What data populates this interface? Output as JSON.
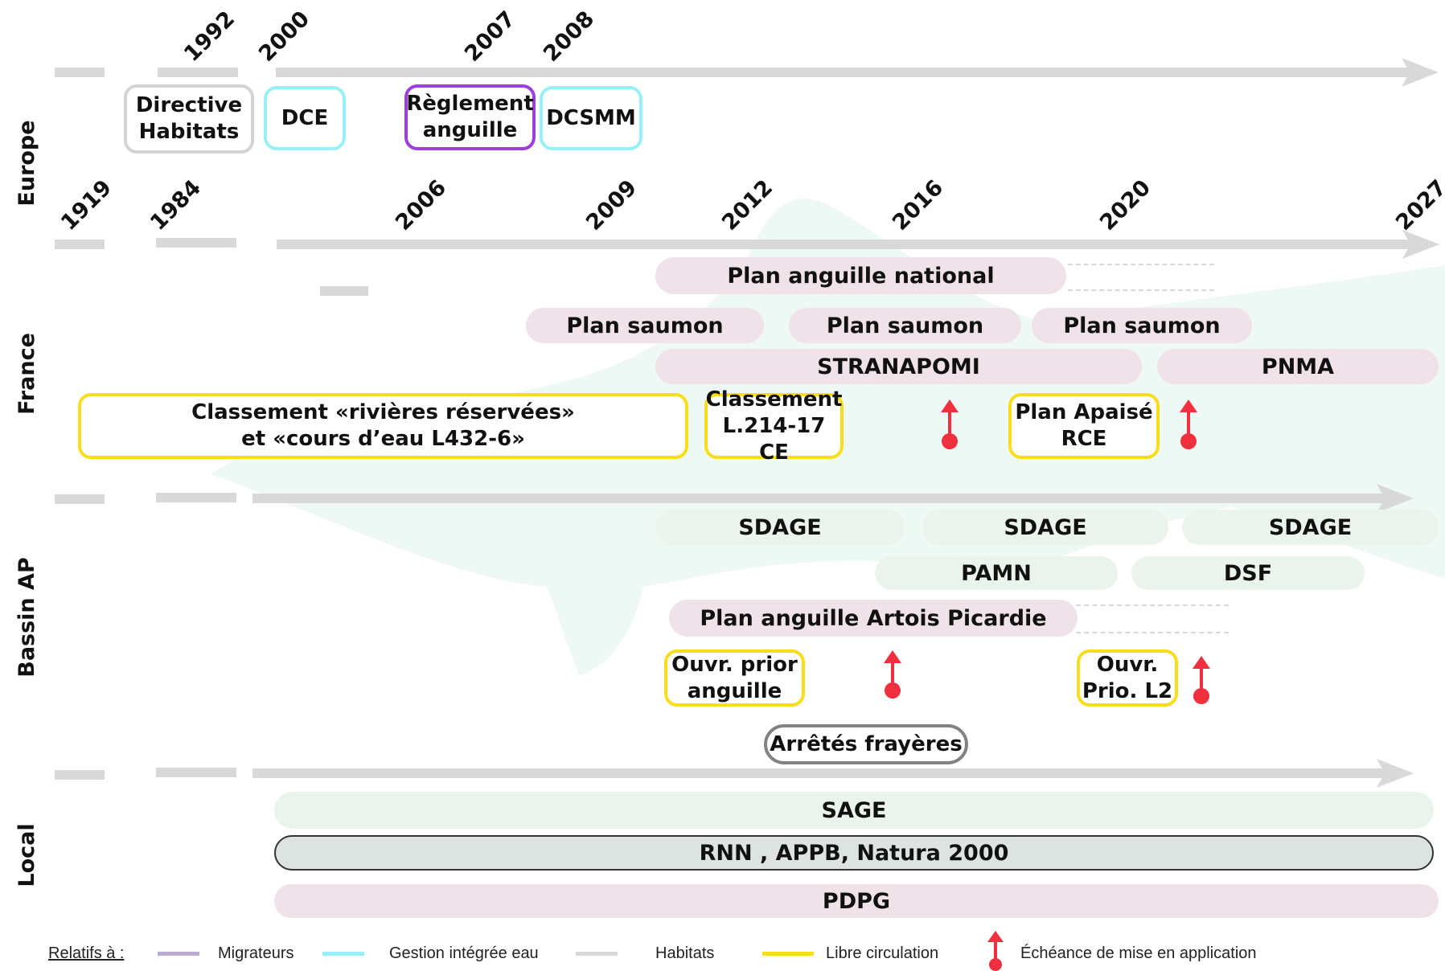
{
  "sections": {
    "europe": "Europe",
    "france": "France",
    "bassin": "Bassin AP",
    "local": "Local"
  },
  "europe_years": [
    "1992",
    "2000",
    "2007",
    "2008"
  ],
  "timeline_years": [
    "1919",
    "1984",
    "2006",
    "2009",
    "2012",
    "2016",
    "2020",
    "2027"
  ],
  "europe_items": {
    "directive_habitats": "Directive\nHabitats",
    "dce": "DCE",
    "reglement_anguille": "Règlement\nanguille",
    "dcsmm": "DCSMM"
  },
  "france_items": {
    "plan_anguille_national": "Plan anguille national",
    "plan_saumon_1": "Plan saumon",
    "plan_saumon_2": "Plan saumon",
    "plan_saumon_3": "Plan saumon",
    "stranapomi": "STRANAPOMI",
    "pnma": "PNMA",
    "classement_rivieres": "Classement «rivières réservées»\net «cours d’eau L432-6»",
    "classement_l214": "Classement\nL.214-17 CE",
    "plan_apaise": "Plan Apaisé\nRCE"
  },
  "bassin_items": {
    "sdage_1": "SDAGE",
    "sdage_2": "SDAGE",
    "sdage_3": "SDAGE",
    "pamn": "PAMN",
    "dsf": "DSF",
    "plan_anguille_ap": "Plan anguille Artois Picardie",
    "ouvr_prior_anguille": "Ouvr. prior\nanguille",
    "ouvr_prio_l2": "Ouvr.\nPrio. L2",
    "arretes_frayeres": "Arrêtés frayères"
  },
  "local_items": {
    "sage": "SAGE",
    "rnn": "RNN , APPB, Natura 2000",
    "pdpg": "PDPG"
  },
  "legend": {
    "title": "Relatifs à :",
    "migrateurs": "Migrateurs",
    "gestion": "Gestion intégrée eau",
    "habitats": "Habitats",
    "libre": "Libre circulation",
    "echeance": "Échéance de mise en application"
  },
  "colors": {
    "migrateurs": "#b9aed2",
    "gestion": "#97f0f7",
    "habitats": "#d9d9d9",
    "libre": "#f7dd1b",
    "echeance": "#f0303e",
    "reglement": "#9b3fe0"
  }
}
